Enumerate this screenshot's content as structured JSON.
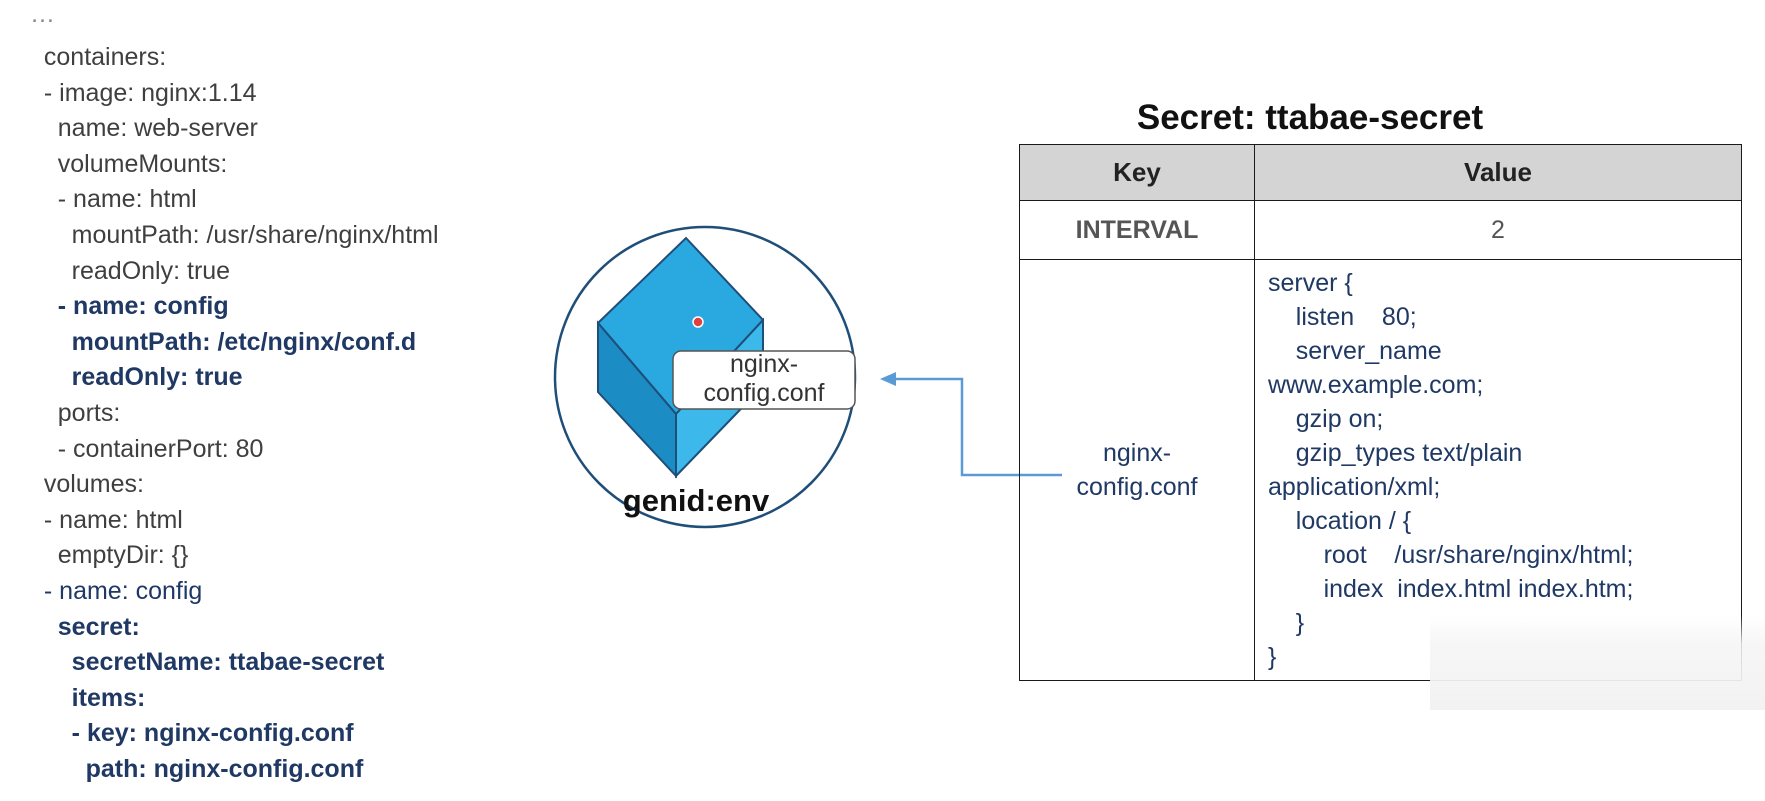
{
  "yaml": {
    "lines": [
      {
        "t": "…",
        "cls": "dots"
      },
      {
        "t": "  containers:"
      },
      {
        "t": "  - image: nginx:1.14"
      },
      {
        "t": "    name: web-server"
      },
      {
        "t": "    volumeMounts:"
      },
      {
        "t": "    - name: html"
      },
      {
        "t": "      mountPath: /usr/share/nginx/html"
      },
      {
        "t": "      readOnly: true"
      },
      {
        "t": "    - name: config",
        "cls": "hl"
      },
      {
        "t": "      mountPath: /etc/nginx/conf.d",
        "cls": "hl"
      },
      {
        "t": "      readOnly: true",
        "cls": "hl"
      },
      {
        "t": "    ports:"
      },
      {
        "t": "    - containerPort: 80"
      },
      {
        "t": "  volumes:"
      },
      {
        "t": "  - name: html"
      },
      {
        "t": "    emptyDir: {}"
      },
      {
        "t": "  - name: config",
        "cls": "hlname"
      },
      {
        "t": "    secret:",
        "cls": "hl"
      },
      {
        "t": "      secretName: ttabae-secret",
        "cls": "hl"
      },
      {
        "t": "      items:",
        "cls": "hl"
      },
      {
        "t": "      - key: nginx-config.conf",
        "cls": "hl"
      },
      {
        "t": "        path: nginx-config.conf",
        "cls": "hl"
      }
    ]
  },
  "pod": {
    "label": "genid:env",
    "file_label": "nginx-\nconfig.conf",
    "colors": {
      "circle_stroke": "#1f4e79",
      "cube_top": "#2aa8e0",
      "cube_left": "#1b8dc4",
      "cube_right": "#3cb8ea",
      "arrow": "#5b9bd5"
    }
  },
  "secret": {
    "title": "Secret: ttabae-secret",
    "header_key": "Key",
    "header_value": "Value",
    "rows": [
      {
        "key": "INTERVAL",
        "value": "2"
      },
      {
        "key": "nginx-\nconfig.conf",
        "value_lines": [
          "server {",
          "    listen    80;",
          "    server_name",
          "www.example.com;",
          "    gzip on;",
          "    gzip_types text/plain",
          "application/xml;",
          "    location / {",
          "        root    /usr/share/nginx/html;",
          "        index  index.html index.htm;",
          "    }",
          "}"
        ]
      }
    ]
  }
}
